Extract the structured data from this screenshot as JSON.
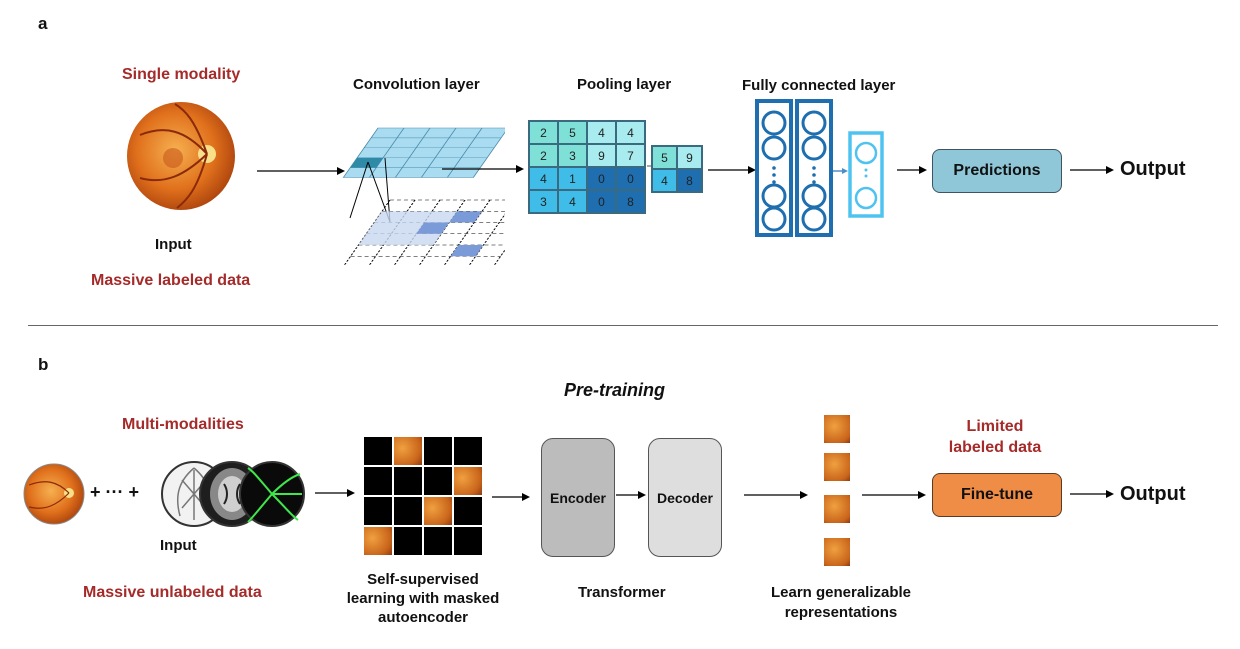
{
  "panel_a": {
    "letter": "a",
    "single_modality": "Single modality",
    "input": "Input",
    "massive_labeled": "Massive labeled data",
    "convolution": "Convolution layer",
    "pooling": "Pooling layer",
    "fully_connected": "Fully connected layer",
    "pool_grid": [
      "2",
      "5",
      "4",
      "4",
      "2",
      "3",
      "9",
      "7",
      "4",
      "1",
      "0",
      "0",
      "3",
      "4",
      "0",
      "8"
    ],
    "pool_out": [
      "5",
      "9",
      "4",
      "8"
    ],
    "predictions": "Predictions",
    "output": "Output"
  },
  "panel_b": {
    "letter": "b",
    "pretraining": "Pre-training",
    "multi_modalities": "Multi-modalities",
    "plus_dots": "+ ··· +",
    "input": "Input",
    "massive_unlabeled": "Massive unlabeled data",
    "ssl": "Self-supervised learning with masked autoencoder",
    "encoder": "Encoder",
    "decoder": "Decoder",
    "transformer": "Transformer",
    "learn": "Learn generalizable representations",
    "limited": "Limited labeled data",
    "finetune": "Fine-tune",
    "output": "Output"
  },
  "colors": {
    "red_label": "#a52a2a",
    "predictions_box": "#8fc7d8",
    "finetune_box": "#ef8c45",
    "fc_dark": "#1f6fb0",
    "fc_light": "#4fc3f0"
  }
}
